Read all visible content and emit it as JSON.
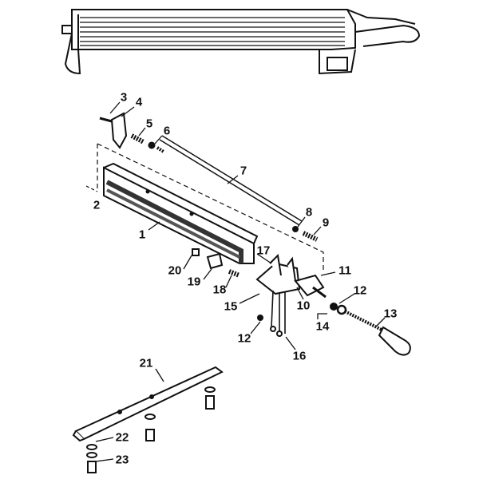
{
  "diagram": {
    "parts": [
      {
        "id": "p3",
        "label": "3"
      },
      {
        "id": "p4",
        "label": "4"
      },
      {
        "id": "p5",
        "label": "5"
      },
      {
        "id": "p6",
        "label": "6"
      },
      {
        "id": "p7",
        "label": "7"
      },
      {
        "id": "p8",
        "label": "8"
      },
      {
        "id": "p9",
        "label": "9"
      },
      {
        "id": "p2",
        "label": "2"
      },
      {
        "id": "p1",
        "label": "1"
      },
      {
        "id": "p17",
        "label": "17"
      },
      {
        "id": "p11",
        "label": "11"
      },
      {
        "id": "p20",
        "label": "20"
      },
      {
        "id": "p19",
        "label": "19"
      },
      {
        "id": "p18",
        "label": "18"
      },
      {
        "id": "p12a",
        "label": "12"
      },
      {
        "id": "p15",
        "label": "15"
      },
      {
        "id": "p10",
        "label": "10"
      },
      {
        "id": "p14",
        "label": "14"
      },
      {
        "id": "p13",
        "label": "13"
      },
      {
        "id": "p12b",
        "label": "12"
      },
      {
        "id": "p16",
        "label": "16"
      },
      {
        "id": "p21",
        "label": "21"
      },
      {
        "id": "p22",
        "label": "22"
      },
      {
        "id": "p23",
        "label": "23"
      }
    ]
  }
}
